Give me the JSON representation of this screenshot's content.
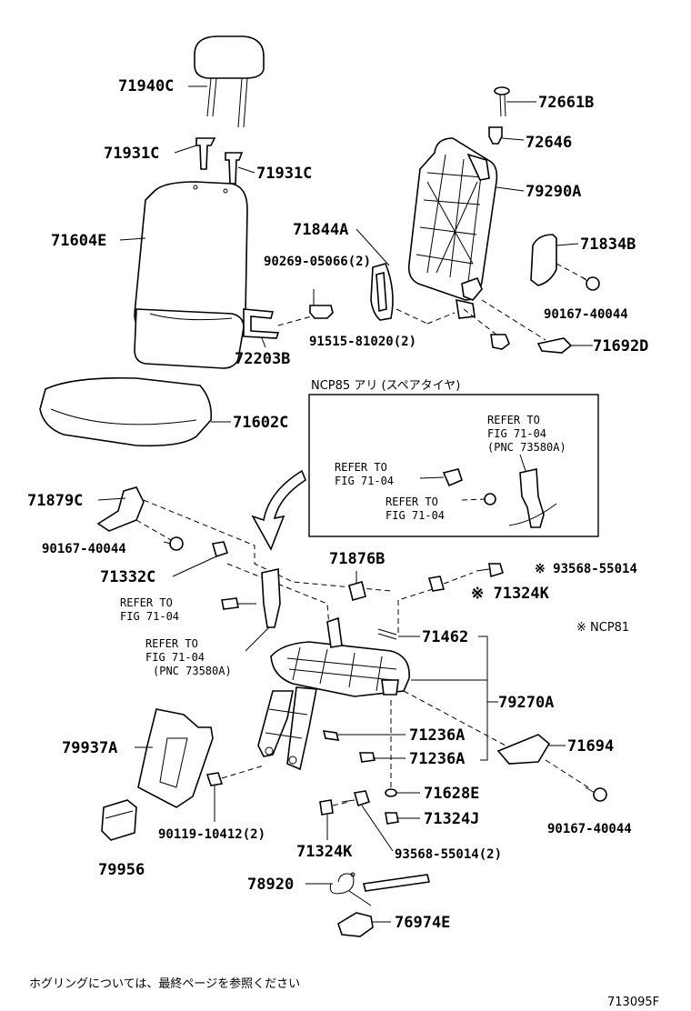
{
  "labels": {
    "p71940C": "71940C",
    "p72661B": "72661B",
    "p72646": "72646",
    "p71931C_a": "71931C",
    "p71931C_b": "71931C",
    "p79290A": "79290A",
    "p71604E": "71604E",
    "p71844A": "71844A",
    "p71834B": "71834B",
    "p90269": "90269-05066(2)",
    "p90167_a": "90167-40044",
    "p72203B": "72203B",
    "p91515": "91515-81020(2)",
    "p71692D": "71692D",
    "p71602C": "71602C",
    "p71879C": "71879C",
    "p90167_b": "90167-40044",
    "p71332C": "71332C",
    "p71876B": "71876B",
    "p93568_a": "※ 93568-55014",
    "p71324K_a": "※ 71324K",
    "ncp81": "※ NCP81",
    "p71462": "71462",
    "p79270A": "79270A",
    "p79937A": "79937A",
    "p71236A_a": "71236A",
    "p71236A_b": "71236A",
    "p71694": "71694",
    "p71628E": "71628E",
    "p71324J": "71324J",
    "p90167_c": "90167-40044",
    "p90119": "90119-10412(2)",
    "p71324K_b": "71324K",
    "p93568_b": "93568-55014(2)",
    "p79956": "79956",
    "p78920": "78920",
    "p76974E": "76974E"
  },
  "refs": {
    "r1_line1": "REFER TO",
    "r1_line2": "FIG 71-04",
    "r2_line1": "REFER TO",
    "r2_line2": "FIG 71-04",
    "r2_line3": "(PNC 73580A)",
    "r3_line1": "REFER TO",
    "r3_line2": "FIG 71-04",
    "r4_line1": "REFER TO",
    "r4_line2": "FIG 71-04",
    "r5_line1": "REFER TO",
    "r5_line2": "FIG 71-04",
    "r5_line3": "(PNC 73580A)"
  },
  "inset": {
    "title": "NCP85 アリ (スペアタイヤ)"
  },
  "footer": {
    "note": "ホグリングについては、最終ページを参照ください",
    "figure_code": "713095F"
  }
}
